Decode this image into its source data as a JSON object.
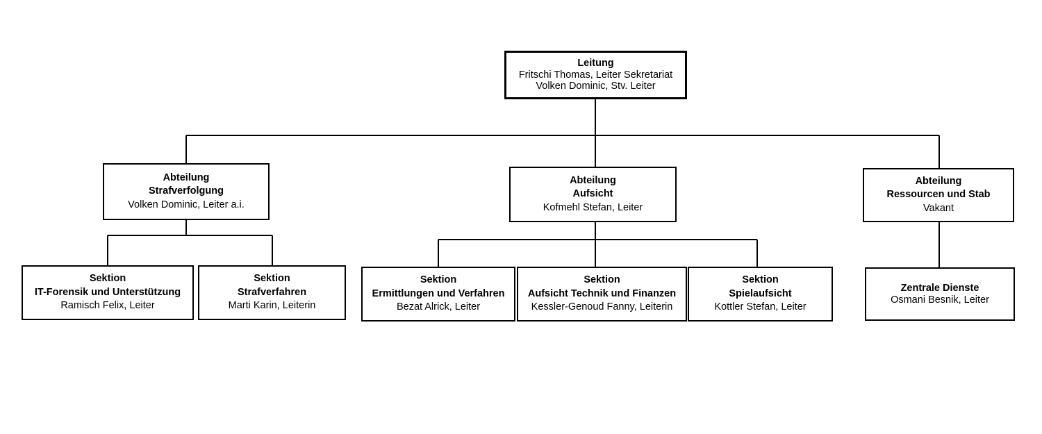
{
  "org": {
    "leitung": {
      "title": "Leitung",
      "lines": [
        "Fritschi Thomas, Leiter Sekretariat",
        "Volken Dominic, Stv. Leiter"
      ]
    },
    "abt_strafverfolgung": {
      "title": "Abteilung",
      "subtitle": "Strafverfolgung",
      "person": "Volken Dominic, Leiter a.i."
    },
    "abt_aufsicht": {
      "title": "Abteilung",
      "subtitle": "Aufsicht",
      "person": "Kofmehl Stefan, Leiter"
    },
    "abt_ressourcen": {
      "title": "Abteilung",
      "subtitle": "Ressourcen und Stab",
      "person": "Vakant"
    },
    "sek_it_forensik": {
      "title": "Sektion",
      "subtitle": "IT-Forensik und Unterstützung",
      "person": "Ramisch Felix, Leiter"
    },
    "sek_strafverfahren": {
      "title": "Sektion",
      "subtitle": "Strafverfahren",
      "person": "Marti Karin, Leiterin"
    },
    "sek_ermittlungen": {
      "title": "Sektion",
      "subtitle": "Ermittlungen und Verfahren",
      "person": "Bezat Alrick, Leiter"
    },
    "sek_aufsicht_technik": {
      "title": "Sektion",
      "subtitle": "Aufsicht Technik und Finanzen",
      "person": "Kessler-Genoud Fanny, Leiterin"
    },
    "sek_spielaufsicht": {
      "title": "Sektion",
      "subtitle": "Spielaufsicht",
      "person": "Kottler Stefan, Leiter"
    },
    "zentrale_dienste": {
      "title": "Zentrale Dienste",
      "person": "Osmani Besnik, Leiter"
    }
  }
}
